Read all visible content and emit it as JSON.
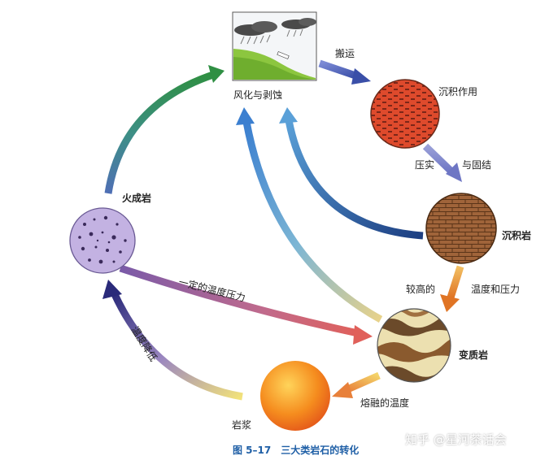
{
  "labels": {
    "weathering": "风化与剥蚀",
    "transport": "搬运",
    "deposition": "沉积作用",
    "compaction": "压实",
    "cementation": "与固结",
    "sedimentary": "沉积岩",
    "higher": "较高的",
    "temp_pressure": "温度和压力",
    "metamorphic": "变质岩",
    "melt_temp": "熔融的温度",
    "magma": "岩浆",
    "temp_drop": "温度降低",
    "igneous": "火成岩",
    "certain_temp": "一定的温度压力"
  },
  "caption": "图 5–17　三大类岩石的转化",
  "watermark": "知乎 @星河茶话会",
  "colors": {
    "caption": "#1f5fa6",
    "igneous": "#b9a6db",
    "deposition": "#d9472b",
    "sedimentary": "#9a5a33",
    "magma": "#f39a1c"
  }
}
